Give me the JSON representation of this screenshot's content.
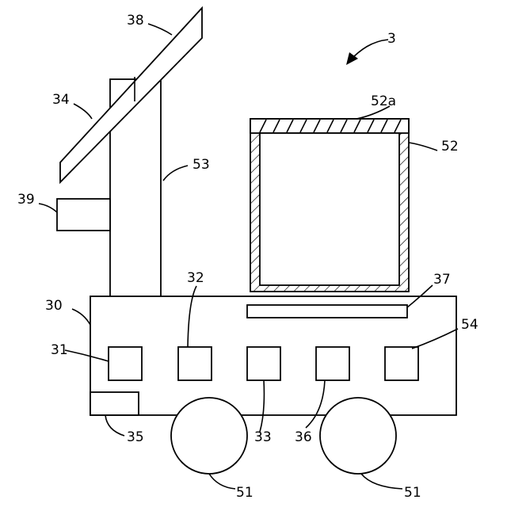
{
  "figure": {
    "labels": {
      "device": "3",
      "body": "30",
      "unit_31": "31",
      "unit_32": "32",
      "unit_33": "33",
      "panel": "34",
      "unit_35": "35",
      "unit_36": "36",
      "bar_37": "37",
      "panel_top": "38",
      "side_unit": "39",
      "wheel_left": "51",
      "wheel_right": "51",
      "container": "52",
      "container_lid": "52a",
      "pole": "53",
      "unit_54": "54"
    }
  }
}
